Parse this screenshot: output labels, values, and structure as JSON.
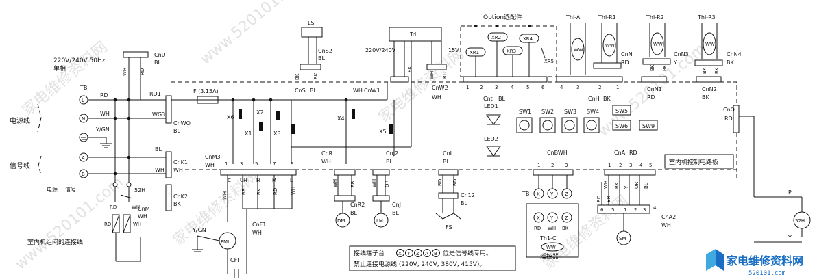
{
  "power": {
    "spec": "220V/240V 50Hz",
    "phase": "单相",
    "power_cord": "电源线",
    "signal_cord": "信号线",
    "power_short": "电源",
    "signal_short": "信号",
    "TB": "TB",
    "L": "L",
    "N": "N",
    "YGN": "Y/GN",
    "A": "A",
    "B": "B",
    "RD": "RD",
    "WH": "WH",
    "BL": "BL",
    "BK": "BK",
    "BR": "BR",
    "OR": "OR",
    "Y": "Y",
    "P": "P",
    "Y_GN": "Y/GN"
  },
  "connectors": {
    "CnU": "CnU",
    "RD1": "RD1",
    "WG3": "WG3",
    "CnWO": "CnWO",
    "CnK1": "CnK1",
    "CnK2": "CnK2",
    "CnM3": "CnM3",
    "CnM": "CnM",
    "52H": "52H",
    "LS": "LS",
    "CnS2": "CnS2",
    "CnS": "CnS",
    "CnW1": "CnW1",
    "Trl": "Trl",
    "trans_voltage": "220V/240V",
    "v15": "15V",
    "CnW2": "CnW2",
    "option": "Option选配件",
    "Cnt": "Cnt",
    "XR1": "XR1",
    "XR2": "XR2",
    "XR3": "XR3",
    "XR4": "XR4",
    "XR5": "XR5",
    "ThA": "Thl-A",
    "ThR1": "Thl-R1",
    "ThR2": "Thl-R2",
    "ThR3": "Thl-R3",
    "CnN": "CnN",
    "CnN3": "CnN3",
    "CnN4": "CnN4",
    "CnH": "CnH",
    "CnN1": "CnN1",
    "CnN2": "CnN2",
    "CnO": "CnO",
    "fuse": "F (3.15A)",
    "X1": "X1",
    "X2": "X2",
    "X3": "X3",
    "X4": "X4",
    "X5": "X5",
    "X6": "X6",
    "LED1": "LED1",
    "LED2": "LED2",
    "SW1": "SW1",
    "SW2": "SW2",
    "SW3": "SW3",
    "SW4": "SW4",
    "SW5": "SW5",
    "SW6": "SW6",
    "SW9": "SW9",
    "CnR": "CnR",
    "CnJ2": "CnJ2",
    "CnI": "CnI",
    "CnBWH": "CnBWH",
    "CnA": "CnA",
    "board": "室内机控制电路板",
    "CnR2": "CnR2",
    "CnJ": "CnJ",
    "Cn12": "Cn12",
    "FS": "FS",
    "DM": "DM",
    "LM": "LM",
    "FMI": "FMI",
    "CnF1": "CnF1",
    "CFI": "CFI",
    "CnA2": "CnA2",
    "SM": "SM",
    "TB2": "TB",
    "Th1C": "Th1-C",
    "remote": "遥控器",
    "X": "X",
    "Yv": "Y",
    "Z": "Z",
    "motor_labels": [
      "C",
      "UH",
      "H",
      "M",
      "L"
    ],
    "pins_cnm3": [
      "1",
      "3",
      "5",
      "7",
      "9"
    ],
    "pins_cnt": [
      "1",
      "2",
      "3",
      "4",
      "5",
      "6"
    ],
    "pins_cnh": [
      "4",
      "3",
      "2",
      "1"
    ],
    "pins_cnbwh": [
      "1",
      "2",
      "3"
    ],
    "pins_cna": [
      "1",
      "2",
      "3",
      "4",
      "5"
    ],
    "pins_cna2": [
      "6",
      "5",
      "1",
      "2",
      "3",
      "4"
    ],
    "interconnect": "室内机组间的连接线",
    "note1": "接线端子台",
    "note1b": "位是信号线专用。",
    "note2": "禁止连接电源线 (220V, 240V, 380V, 415V)。",
    "note_letters": [
      "X",
      "Y",
      "Z",
      "A",
      "B"
    ]
  },
  "watermark": {
    "text1": "家电维修资料网",
    "text2": "www.520101.com",
    "logo": "家电维修资料网",
    "logo_url": "520101.com"
  }
}
